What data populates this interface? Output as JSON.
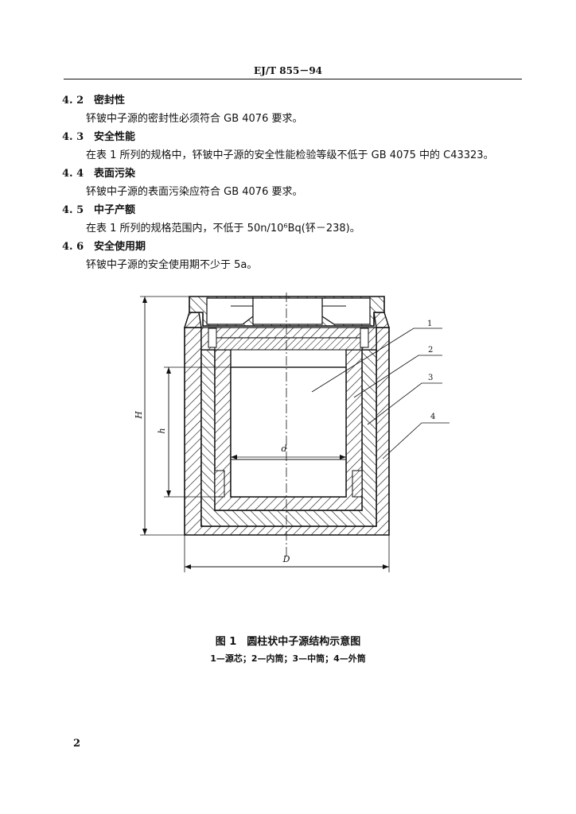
{
  "header": {
    "title": "EJ/T 855－94"
  },
  "sections": [
    {
      "num": "4. 2",
      "title": "密封性",
      "body": "钚铍中子源的密封性必须符合 GB 4076 要求。"
    },
    {
      "num": "4. 3",
      "title": "安全性能",
      "body": "在表 1 所列的规格中，钚铍中子源的安全性能检验等级不低于 GB 4075 中的 C43323。"
    },
    {
      "num": "4. 4",
      "title": "表面污染",
      "body": "钚铍中子源的表面污染应符合 GB 4076 要求。"
    },
    {
      "num": "4. 5",
      "title": "中子产额",
      "body": "在表 1 所列的规格范围内，不低于 50n/10⁶Bq(钚－238)。"
    },
    {
      "num": "4. 6",
      "title": "安全使用期",
      "body": "钚铍中子源的安全使用期不少于 5a。"
    }
  ],
  "figure": {
    "dim_labels": {
      "H": "H",
      "h": "h",
      "d": "d",
      "D": "D"
    },
    "part_numbers": [
      "1",
      "2",
      "3",
      "4"
    ],
    "caption": "图 1　圆柱状中子源结构示意图",
    "legend": "1—源芯；2—内筒；3—中筒；4—外筒"
  },
  "page_number": "2"
}
